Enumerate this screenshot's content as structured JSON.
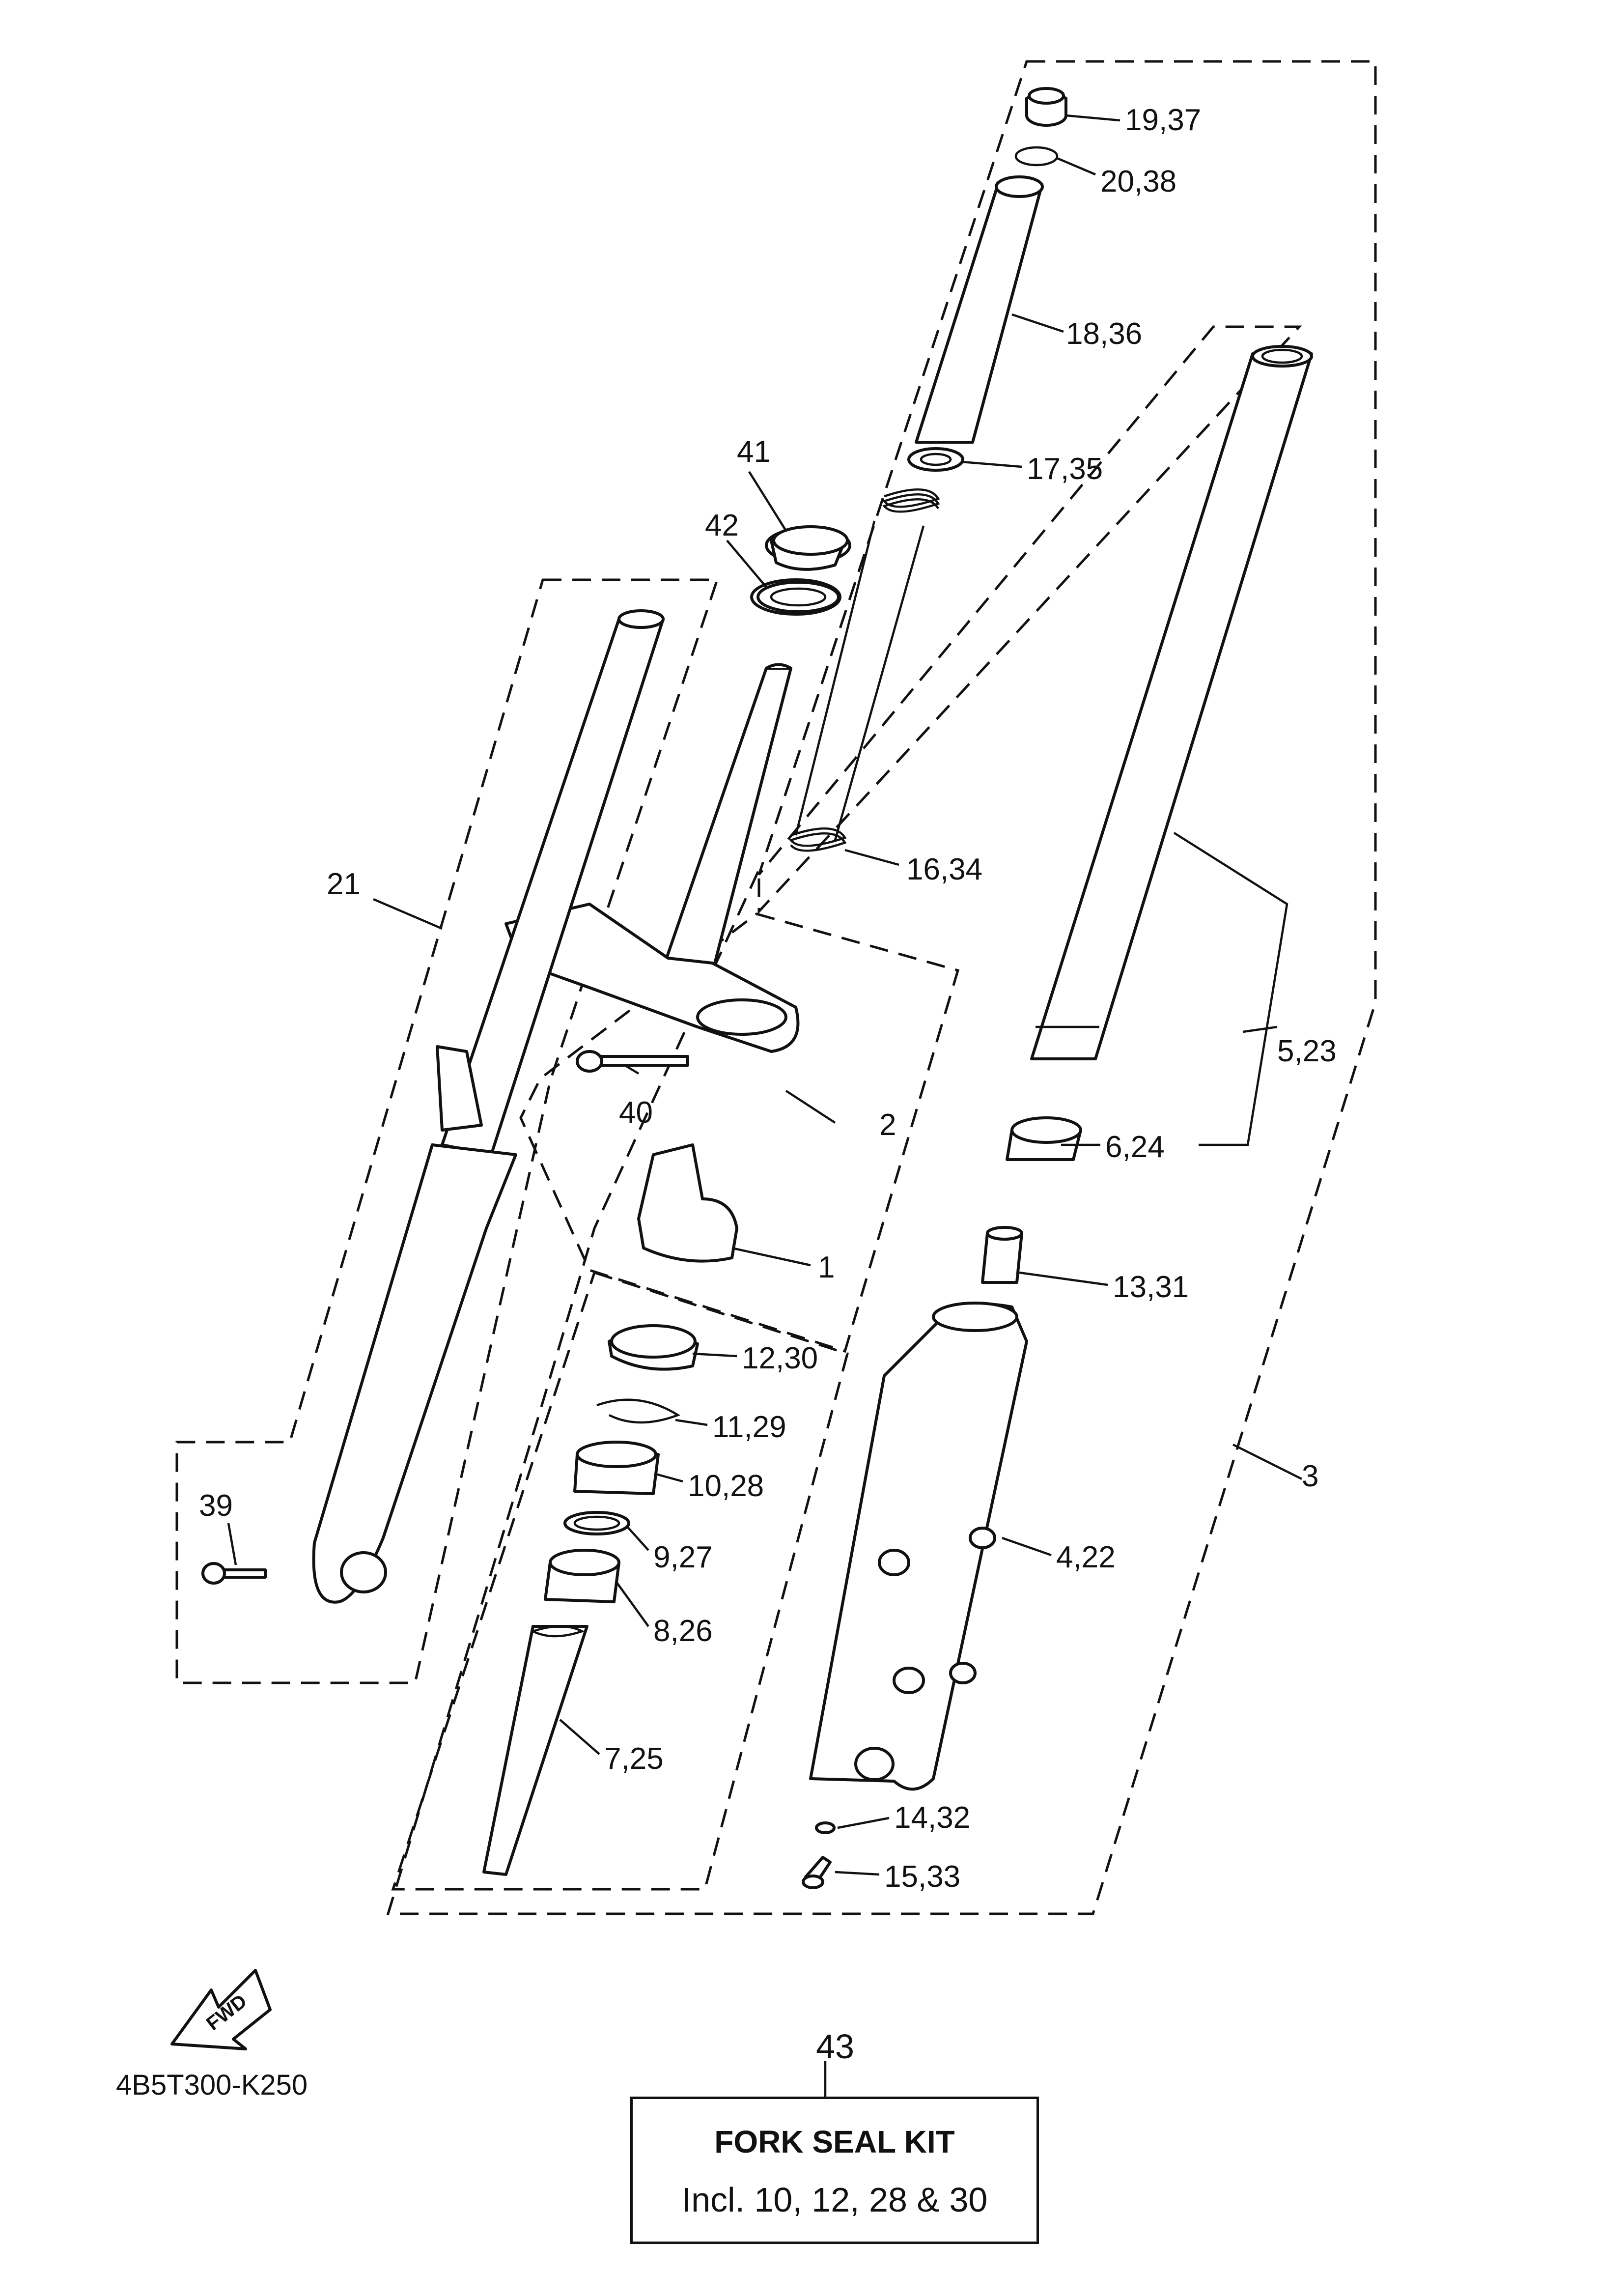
{
  "diagram": {
    "drawing_code": "4B5T300-K250",
    "fwd_arrow_label": "FWD",
    "callouts": {
      "c1": "19,37",
      "c2": "20,38",
      "c3": "18,36",
      "c4": "17,35",
      "c5": "41",
      "c6": "42",
      "c7": "16,34",
      "c8": "21",
      "c9": "5,23",
      "c10": "2",
      "c11": "40",
      "c12": "6,24",
      "c13": "1",
      "c14": "13,31",
      "c15": "12,30",
      "c16": "11,29",
      "c17": "3",
      "c18": "10,28",
      "c19": "39",
      "c20": "4,22",
      "c21": "9,27",
      "c22": "8,26",
      "c23": "7,25",
      "c24": "14,32",
      "c25": "15,33"
    },
    "kit": {
      "number": "43",
      "title": "FORK SEAL KIT",
      "description": "Incl. 10, 12, 28 & 30"
    }
  }
}
